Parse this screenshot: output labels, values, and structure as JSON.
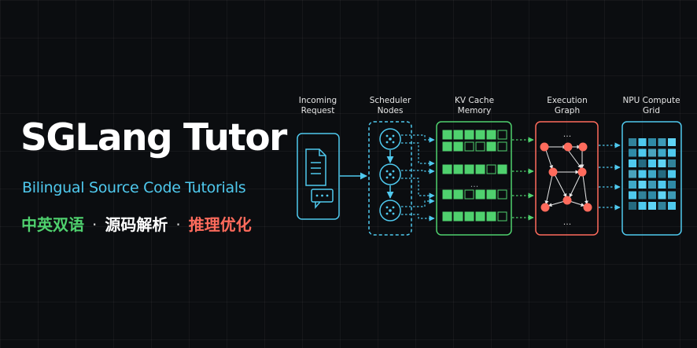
{
  "title": "SGLang Tutor",
  "subtitle": "Bilingual Source Code Tutorials",
  "tags": {
    "tag1": "中英双语",
    "tag2": "源码解析",
    "tag3": "推理优化",
    "separator": "·"
  },
  "stages": [
    {
      "line1": "Incoming",
      "line2": "Request"
    },
    {
      "line1": "Scheduler",
      "line2": "Nodes"
    },
    {
      "line1": "KV Cache",
      "line2": "Memory"
    },
    {
      "line1": "Execution",
      "line2": "Graph"
    },
    {
      "line1": "NPU Compute",
      "line2": "Grid"
    }
  ],
  "ellipsis": "...",
  "colors": {
    "background": "#0b0d10",
    "cyan": "#4fc9ee",
    "green": "#4fd16e",
    "red": "#ff6b5c",
    "white": "#ffffff"
  },
  "icons": [
    "document-icon",
    "chat-bubble-icon",
    "node-hub-icon"
  ]
}
